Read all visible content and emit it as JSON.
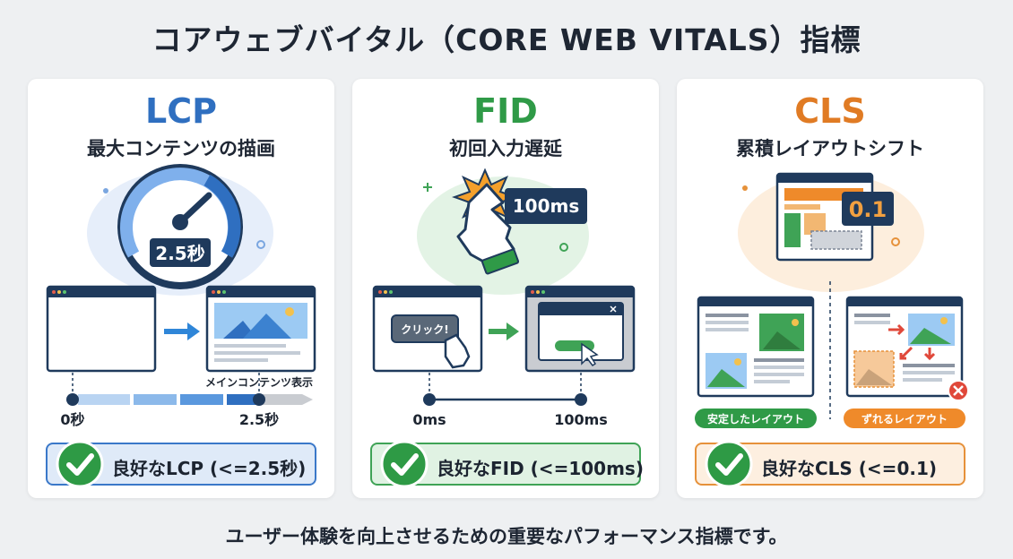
{
  "title": "コアウェブバイタル（CORE WEB VITALS）指標",
  "footer": "ユーザー体験を向上させるための重要なパフォーマンス指標です。",
  "cards": [
    {
      "metric": "LCP",
      "subtitle": "最大コンテンツの描画",
      "gauge_value": "2.5秒",
      "milestone_label": "メインコンテンツ表示",
      "timeline_start": "0秒",
      "timeline_end": "2.5秒",
      "result": "良好なLCP (<=2.5秒)",
      "color": "#2f6fc0"
    },
    {
      "metric": "FID",
      "subtitle": "初回入力遅延",
      "delay_value": "100ms",
      "click_label": "クリック!",
      "timeline_start": "0ms",
      "timeline_end": "100ms",
      "result": "良好なFID (<=100ms)",
      "color": "#2f9a47"
    },
    {
      "metric": "CLS",
      "subtitle": "累積レイアウトシフト",
      "shift_value": "0.1",
      "stable_label": "安定したレイアウト",
      "shift_label": "ずれるレイアウト",
      "result": "良好なCLS (<=0.1)",
      "color": "#e07b24"
    }
  ],
  "icons": {
    "check": "check-icon",
    "gauge": "speedometer-icon",
    "hand": "pointer-hand-icon",
    "error": "error-x-icon"
  }
}
